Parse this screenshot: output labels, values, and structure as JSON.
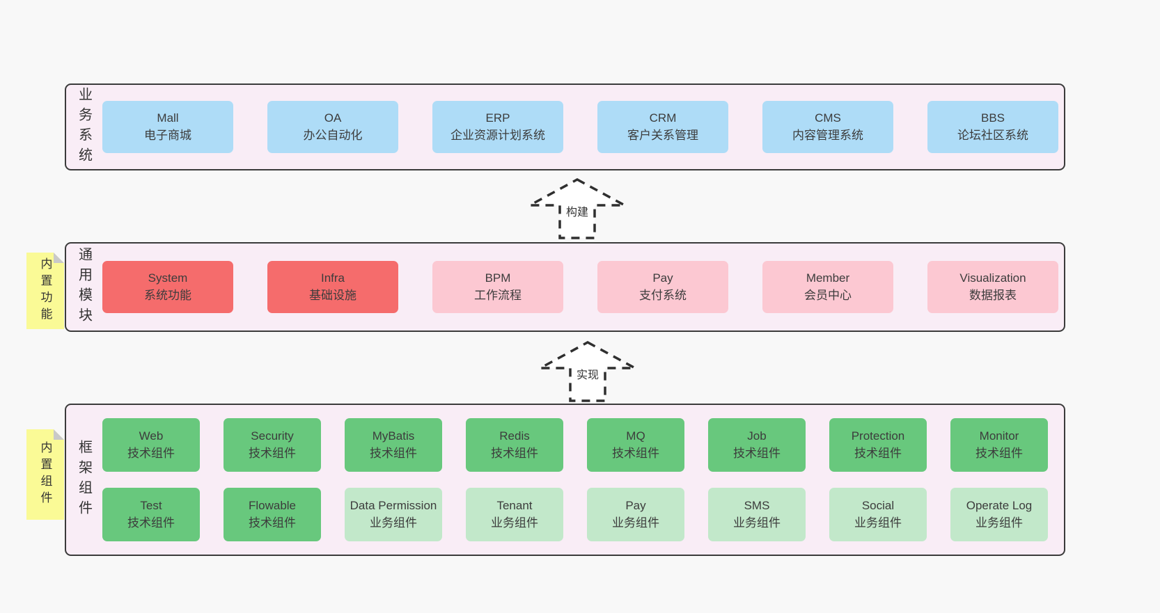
{
  "palette": {
    "page_background": "#f8f8f8",
    "layer_background": "#f9edf6",
    "layer_border": "#3b3b3b",
    "blue_card": "#aedcf7",
    "red_card": "#f56c6c",
    "pink_card": "#fcc8d2",
    "green_card": "#68c87d",
    "light_green_card": "#c2e8ca",
    "sticky_note": "#fafa96"
  },
  "arrows": [
    {
      "label": "构建"
    },
    {
      "label": "实现"
    }
  ],
  "layers": {
    "business": {
      "label": "业务系统",
      "items": [
        {
          "name": "Mall",
          "desc": "电子商城"
        },
        {
          "name": "OA",
          "desc": "办公自动化"
        },
        {
          "name": "ERP",
          "desc": "企业资源计划系统"
        },
        {
          "name": "CRM",
          "desc": "客户关系管理"
        },
        {
          "name": "CMS",
          "desc": "内容管理系统"
        },
        {
          "name": "BBS",
          "desc": "论坛社区系统"
        }
      ]
    },
    "modules": {
      "label": "通用模块",
      "sticky": "内置功能",
      "items": [
        {
          "name": "System",
          "desc": "系统功能"
        },
        {
          "name": "Infra",
          "desc": "基础设施"
        },
        {
          "name": "BPM",
          "desc": "工作流程"
        },
        {
          "name": "Pay",
          "desc": "支付系统"
        },
        {
          "name": "Member",
          "desc": "会员中心"
        },
        {
          "name": "Visualization",
          "desc": "数据报表"
        }
      ]
    },
    "components": {
      "label": "框架组件",
      "sticky": "内置组件",
      "rows": [
        [
          {
            "name": "Web",
            "desc": "技术组件"
          },
          {
            "name": "Security",
            "desc": "技术组件"
          },
          {
            "name": "MyBatis",
            "desc": "技术组件"
          },
          {
            "name": "Redis",
            "desc": "技术组件"
          },
          {
            "name": "MQ",
            "desc": "技术组件"
          },
          {
            "name": "Job",
            "desc": "技术组件"
          },
          {
            "name": "Protection",
            "desc": "技术组件"
          },
          {
            "name": "Monitor",
            "desc": "技术组件"
          }
        ],
        [
          {
            "name": "Test",
            "desc": "技术组件"
          },
          {
            "name": "Flowable",
            "desc": "技术组件"
          },
          {
            "name": "Data Permission",
            "desc": "业务组件"
          },
          {
            "name": "Tenant",
            "desc": "业务组件"
          },
          {
            "name": "Pay",
            "desc": "业务组件"
          },
          {
            "name": "SMS",
            "desc": "业务组件"
          },
          {
            "name": "Social",
            "desc": "业务组件"
          },
          {
            "name": "Operate Log",
            "desc": "业务组件"
          }
        ]
      ]
    }
  }
}
